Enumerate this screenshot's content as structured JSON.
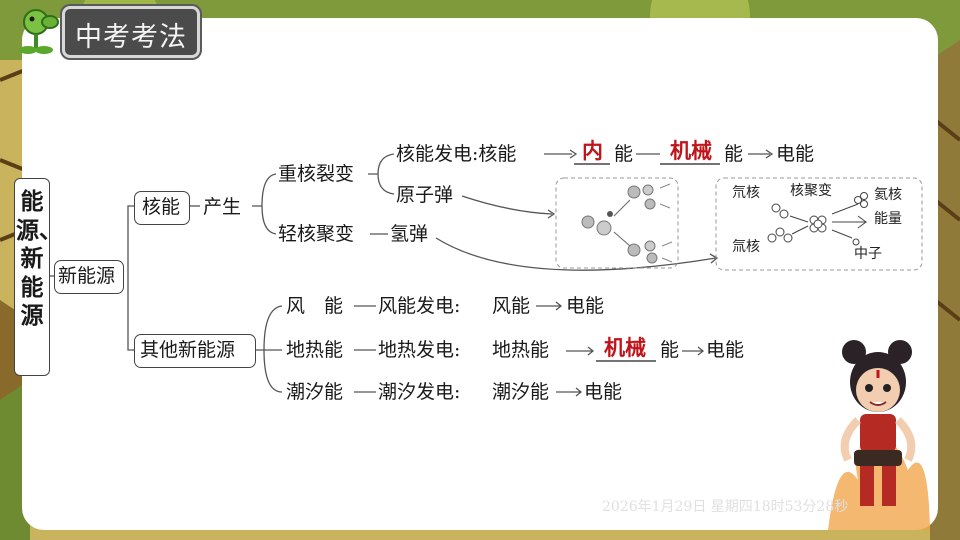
{
  "header": {
    "tag": "中考考法"
  },
  "root": {
    "label": "能源、新能源"
  },
  "branch": {
    "label": "新能源"
  },
  "nuclear": {
    "label": "核能",
    "produce": "产生",
    "fission": {
      "label": "重核裂变",
      "power_plant": {
        "prefix": "核能发电:核能",
        "answer1": "内",
        "mid": "能",
        "answer2": "机械",
        "suffix": "能",
        "end": "电能"
      },
      "bomb": "原子弹"
    },
    "fusion": {
      "label": "轻核聚变",
      "bomb": "氢弹"
    },
    "fusion_diagram": {
      "d1": "氘核",
      "d2": "氚核",
      "reaction": "核聚变",
      "he": "氦核",
      "energy": "能量",
      "neutron": "中子"
    }
  },
  "other": {
    "label": "其他新能源",
    "wind": {
      "source": "风　能",
      "plant": "风能发电:",
      "from": "风能",
      "to": "电能"
    },
    "geo": {
      "source": "地热能",
      "plant": "地热发电:",
      "from": "地热能",
      "answer": "机械",
      "suffix": "能",
      "to": "电能"
    },
    "tide": {
      "source": "潮汐能",
      "plant": "潮汐发电:",
      "from": "潮汐能",
      "to": "电能"
    }
  },
  "watermark": "2026年1月29日 星期四18时53分28秒",
  "colors": {
    "answer": "#c0141b",
    "panel": "#ffffff",
    "tag_bg": "#4b4b4b"
  }
}
